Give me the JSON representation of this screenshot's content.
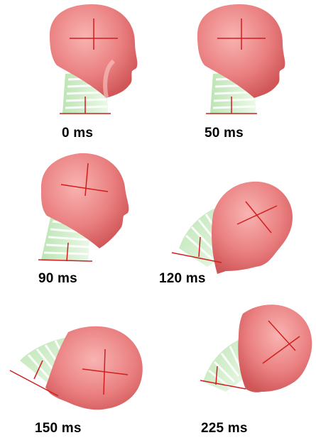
{
  "frames": [
    {
      "label": "0 ms"
    },
    {
      "label": "50 ms"
    },
    {
      "label": "90 ms"
    },
    {
      "label": "120 ms"
    },
    {
      "label": "150 ms"
    },
    {
      "label": "225 ms"
    }
  ],
  "colors": {
    "head": "#e8797c",
    "head_light": "#f6aaa9",
    "neck": "#c9ecc2",
    "neck_light": "#e9f7e4",
    "axis": "#d21d1d"
  }
}
